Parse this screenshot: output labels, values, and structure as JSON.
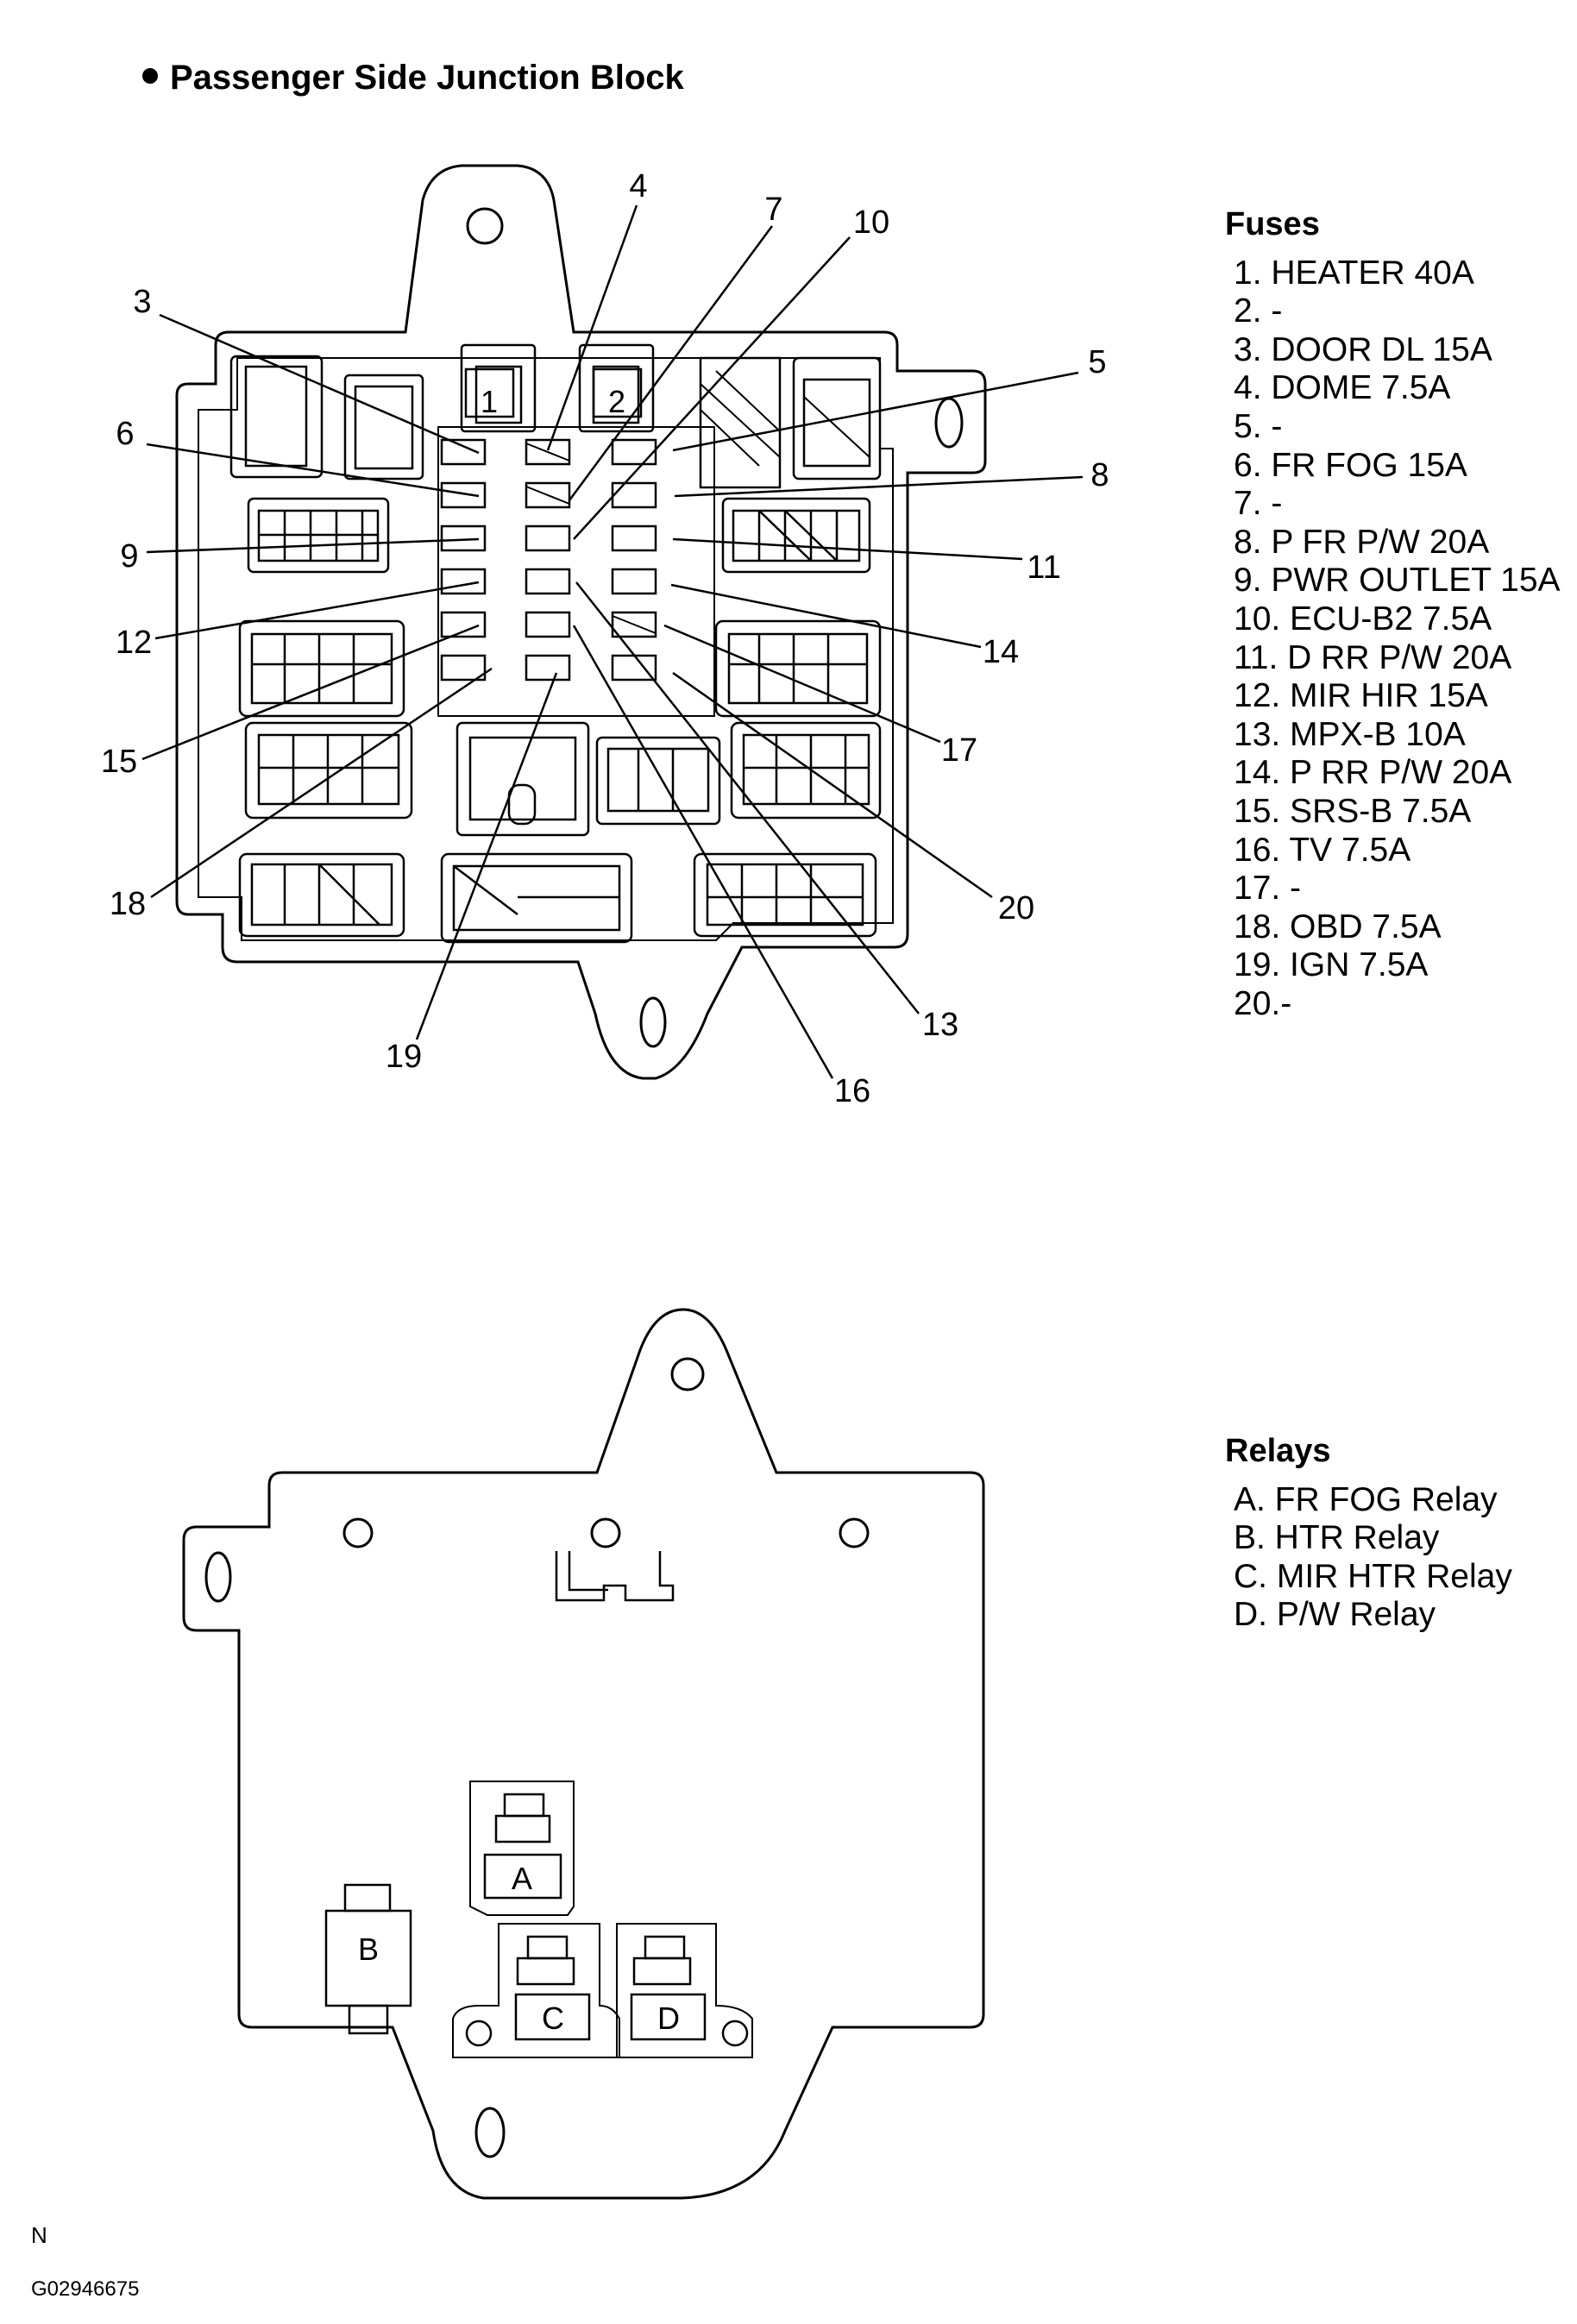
{
  "title": "Passenger Side Junction Block",
  "fuses_heading": "Fuses",
  "fuses": [
    {
      "label": "1. HEATER 40A"
    },
    {
      "label": "2. -"
    },
    {
      "label": "3. DOOR DL 15A"
    },
    {
      "label": "4. DOME 7.5A"
    },
    {
      "label": "5.  -"
    },
    {
      "label": "6. FR FOG 15A"
    },
    {
      "label": "7.  -"
    },
    {
      "label": "8. P FR P/W 20A"
    },
    {
      "label": "9. PWR OUTLET 15A"
    },
    {
      "label": "10.  ECU-B2 7.5A"
    },
    {
      "label": "11. D RR P/W 20A"
    },
    {
      "label": "12. MIR HIR 15A"
    },
    {
      "label": "13.  MPX-B 10A"
    },
    {
      "label": "14. P RR P/W 20A"
    },
    {
      "label": "15.  SRS-B 7.5A"
    },
    {
      "label": "16. TV 7.5A"
    },
    {
      "label": "17. -"
    },
    {
      "label": "18. OBD 7.5A"
    },
    {
      "label": "19. IGN 7.5A"
    },
    {
      "label": "20.-"
    }
  ],
  "relays_heading": "Relays",
  "relays": [
    {
      "label": "A. FR FOG Relay"
    },
    {
      "label": "B. HTR Relay"
    },
    {
      "label": "C. MIR HTR Relay"
    },
    {
      "label": "D. P/W Relay"
    }
  ],
  "callouts": [
    "1",
    "2",
    "3",
    "4",
    "5",
    "6",
    "7",
    "8",
    "9",
    "10",
    "11",
    "12",
    "13",
    "14",
    "15",
    "16",
    "17",
    "18",
    "19",
    "20"
  ],
  "relay_letters": [
    "A",
    "B",
    "C",
    "D"
  ],
  "ref_letter": "N",
  "ref_code": "G02946675"
}
